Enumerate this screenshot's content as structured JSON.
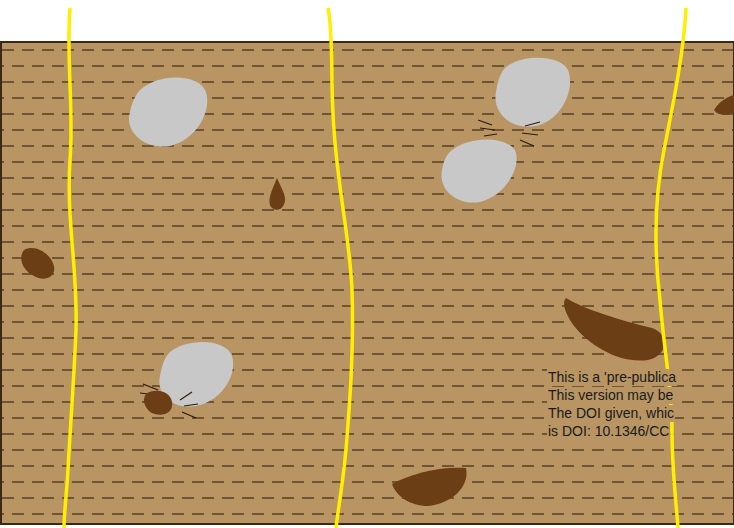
{
  "diagram": {
    "labels": [
      "This is a 'pre-publica",
      "This version may be",
      "The DOI given, whic",
      "is DOI: 10.1346/CC"
    ]
  }
}
